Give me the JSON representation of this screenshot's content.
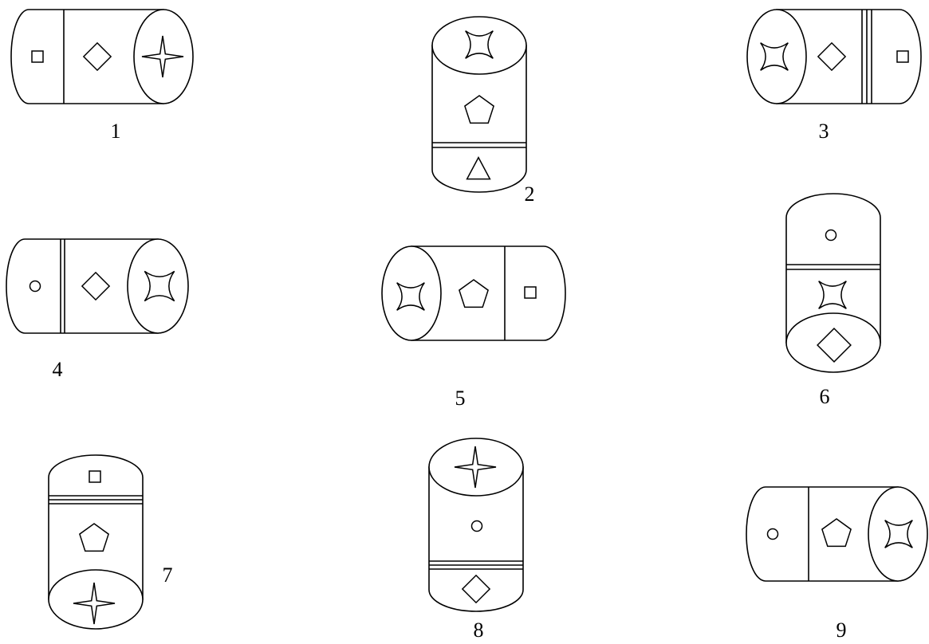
{
  "figures": [
    {
      "id": 1,
      "label": "1",
      "orientation": "horizontal",
      "cap_side": "right",
      "symbols": [
        "square",
        "diamond",
        "star4-convex"
      ],
      "divider": "single"
    },
    {
      "id": 2,
      "label": "2",
      "orientation": "vertical",
      "cap_side": "top",
      "symbols": [
        "star4-concave",
        "pentagon",
        "triangle"
      ],
      "divider": "double"
    },
    {
      "id": 3,
      "label": "3",
      "orientation": "horizontal",
      "cap_side": "left",
      "symbols": [
        "star4-concave",
        "diamond",
        "square"
      ],
      "divider": "triple"
    },
    {
      "id": 4,
      "label": "4",
      "orientation": "horizontal",
      "cap_side": "right",
      "symbols": [
        "circle",
        "diamond",
        "star4-concave"
      ],
      "divider": "double"
    },
    {
      "id": 5,
      "label": "5",
      "orientation": "horizontal",
      "cap_side": "left",
      "symbols": [
        "star4-concave",
        "pentagon",
        "square"
      ],
      "divider": "single"
    },
    {
      "id": 6,
      "label": "6",
      "orientation": "vertical",
      "cap_side": "bottom",
      "symbols": [
        "circle",
        "star4-concave",
        "diamond"
      ],
      "divider": "double"
    },
    {
      "id": 7,
      "label": "7",
      "orientation": "vertical",
      "cap_side": "bottom",
      "symbols": [
        "square",
        "pentagon",
        "star4-convex"
      ],
      "divider": "triple"
    },
    {
      "id": 8,
      "label": "8",
      "orientation": "vertical",
      "cap_side": "top",
      "symbols": [
        "star4-convex",
        "circle",
        "diamond"
      ],
      "divider": "triple"
    },
    {
      "id": 9,
      "label": "9",
      "orientation": "horizontal",
      "cap_side": "right",
      "symbols": [
        "circle",
        "pentagon",
        "star4-concave"
      ],
      "divider": "single"
    }
  ]
}
